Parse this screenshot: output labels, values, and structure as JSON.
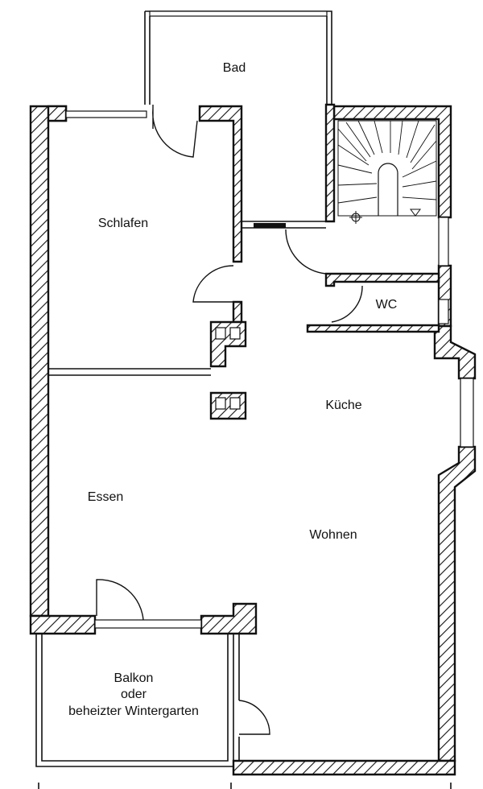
{
  "rooms": {
    "bad": "Bad",
    "schlafen": "Schlafen",
    "wc": "WC",
    "kueche": "Küche",
    "essen": "Essen",
    "wohnen": "Wohnen",
    "balkon_line1": "Balkon",
    "balkon_line2": "oder",
    "balkon_line3": "beheizter Wintergarten"
  },
  "colors": {
    "line": "#111111",
    "background": "#ffffff"
  }
}
